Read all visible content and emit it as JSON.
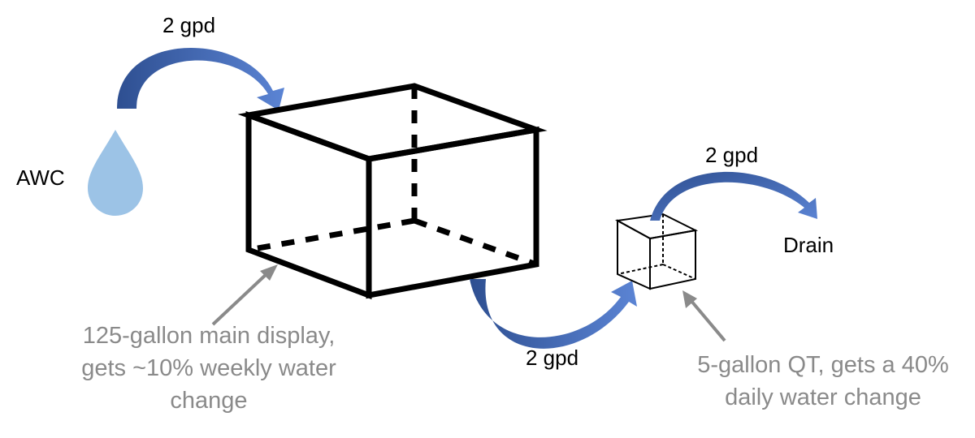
{
  "labels": {
    "awc": "AWC",
    "flow_awc_to_main": "2 gpd",
    "flow_main_to_qt": "2 gpd",
    "flow_qt_to_drain": "2 gpd",
    "drain": "Drain",
    "main_tank_caption": "125-gallon main display, gets ~10% weekly water change",
    "qt_tank_caption": "5-gallon QT, gets a 40% daily water change"
  },
  "colors": {
    "arrow_blue": "#4a72c4",
    "arrow_dark": "#2e4f91",
    "droplet": "#9cc3e6",
    "pointer_gray": "#8a8a8a",
    "outline": "#000000"
  },
  "icons": {
    "source": "water-drop-icon",
    "main_tank": "cube-icon",
    "qt_tank": "cube-icon"
  }
}
